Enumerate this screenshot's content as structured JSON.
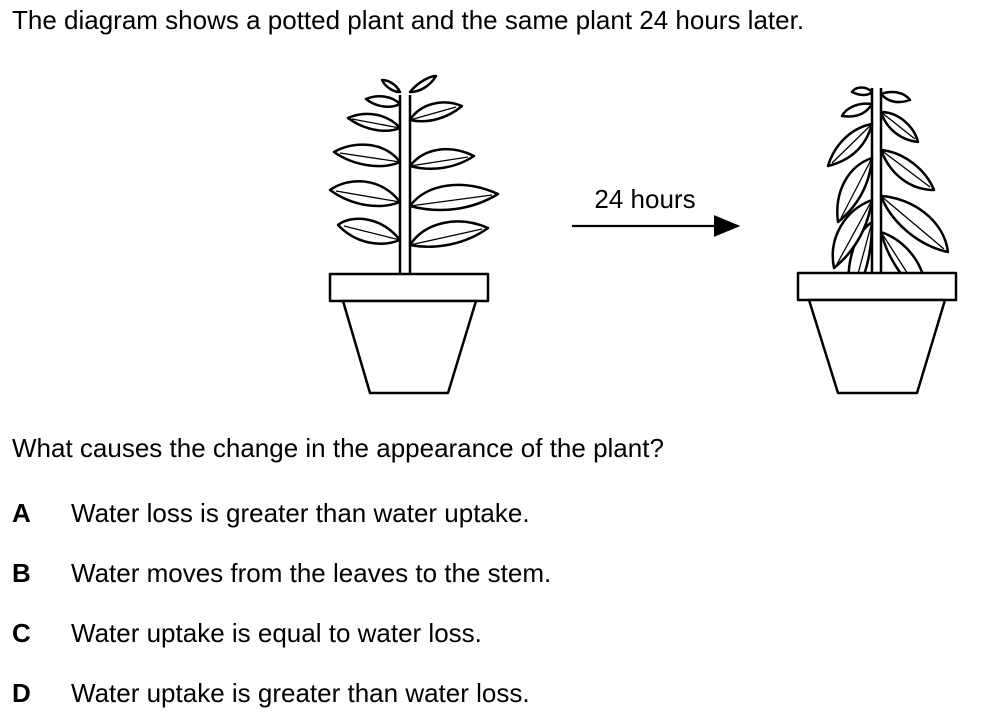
{
  "question": {
    "intro": "The diagram shows a potted plant and the same plant 24 hours later.",
    "arrow_label": "24 hours",
    "prompt": "What causes the change in the appearance of the plant?",
    "options": [
      {
        "letter": "A",
        "text": "Water loss is greater than water uptake."
      },
      {
        "letter": "B",
        "text": "Water moves from the leaves to the stem."
      },
      {
        "letter": "C",
        "text": "Water uptake is equal to water loss."
      },
      {
        "letter": "D",
        "text": "Water uptake is greater than water loss."
      }
    ]
  }
}
